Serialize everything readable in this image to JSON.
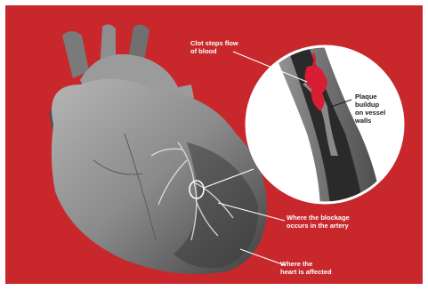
{
  "colors": {
    "background": "#c8282c",
    "frame": "#ffffff",
    "heart_light": "#a9a9a9",
    "heart_dark": "#3a3a3a",
    "clot": "#d81e35",
    "label_light": "#ffffff",
    "label_dark": "#1a1a1a"
  },
  "labels": {
    "clot": "Clot stops flow\nof blood",
    "plaque": "Plaque\nbuildup\non vessel\nwalls",
    "blockage": "Where the blockage\noccurs in the artery",
    "heart": "Where the\nheart is affected"
  }
}
